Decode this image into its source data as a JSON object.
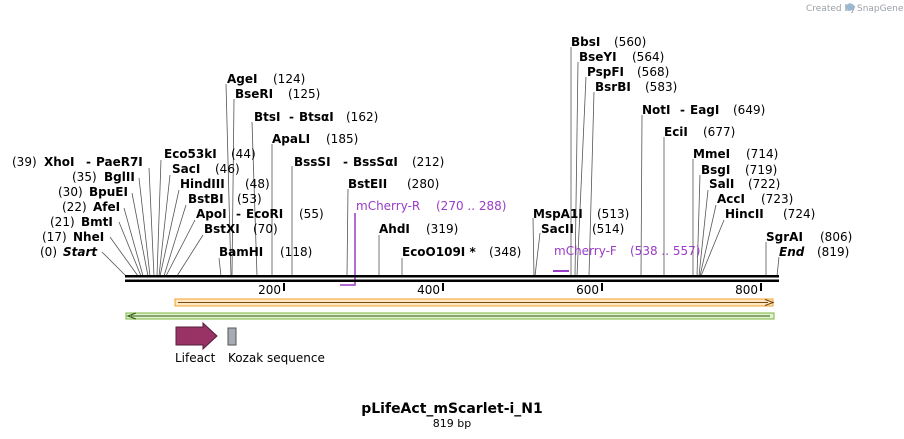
{
  "credit": {
    "prefix": "Created by",
    "brand": "SnapGene"
  },
  "plasmid": {
    "name": "pLifeAct_mScarlet-i_N1",
    "length_label": "819 bp",
    "length": 819
  },
  "axis": {
    "ticks": [
      "200",
      "400",
      "600",
      "800"
    ]
  },
  "left_sites": [
    {
      "pos": "(39)",
      "name": "XhoI",
      "name2": "PaeR7I"
    },
    {
      "pos": "(35)",
      "name": "BglII"
    },
    {
      "pos": "(30)",
      "name": "BpuEI"
    },
    {
      "pos": "(22)",
      "name": "AfeI"
    },
    {
      "pos": "(21)",
      "name": "BmtI"
    },
    {
      "pos": "(17)",
      "name": "NheI"
    },
    {
      "pos": "(0)",
      "name": "Start"
    }
  ],
  "center_sites": [
    {
      "name": "AgeI",
      "pos": "(124)"
    },
    {
      "name": "BseRI",
      "pos": "(125)"
    },
    {
      "name": "BtsI",
      "name2": "BtsαI",
      "pos": "(162)"
    },
    {
      "name": "ApaLI",
      "pos": "(185)"
    },
    {
      "name": "Eco53kI",
      "pos": "(44)"
    },
    {
      "name": "BssSI",
      "name2": "BssSαI",
      "pos": "(212)"
    },
    {
      "name": "SacI",
      "pos": "(46)"
    },
    {
      "name": "HindIII",
      "pos": "(48)"
    },
    {
      "name": "BstEII",
      "pos": "(280)"
    },
    {
      "name": "BstBI",
      "pos": "(53)"
    },
    {
      "name": "ApoI",
      "name2": "EcoRI",
      "pos": "(55)"
    },
    {
      "name": "BstXI",
      "pos": "(70)"
    },
    {
      "name": "AhdI",
      "pos": "(319)"
    },
    {
      "name": "BamHI",
      "pos": "(118)"
    },
    {
      "name": "EcoO109I *",
      "pos": "(348)"
    }
  ],
  "right_sites": [
    {
      "name": "BbsI",
      "pos": "(560)"
    },
    {
      "name": "BseYI",
      "pos": "(564)"
    },
    {
      "name": "PspFI",
      "pos": "(568)"
    },
    {
      "name": "BsrBI",
      "pos": "(583)"
    },
    {
      "name": "NotI",
      "name2": "EagI",
      "pos": "(649)"
    },
    {
      "name": "EciI",
      "pos": "(677)"
    },
    {
      "name": "MmeI",
      "pos": "(714)"
    },
    {
      "name": "BsgI",
      "pos": "(719)"
    },
    {
      "name": "SalI",
      "pos": "(722)"
    },
    {
      "name": "AccI",
      "pos": "(723)"
    },
    {
      "name": "HincII",
      "pos": "(724)"
    },
    {
      "name": "MspA1I",
      "pos": "(513)"
    },
    {
      "name": "SacII",
      "pos": "(514)"
    },
    {
      "name": "SgrAI",
      "pos": "(806)"
    },
    {
      "name": "End",
      "pos": "(819)"
    }
  ],
  "primers": [
    {
      "name": "mCherry-R",
      "range": "(270 .. 288)"
    },
    {
      "name": "mCherry-F",
      "range": "(538 .. 557)"
    }
  ],
  "features": [
    {
      "name": "Lifeact",
      "color": "#993366"
    },
    {
      "name": "Kozak sequence",
      "color": "#a6acb3"
    }
  ],
  "colors": {
    "primer": "#9a3cc6",
    "orf_forward": "#f0a030",
    "orf_reverse": "#7ab33e",
    "backbone": "#000000"
  }
}
